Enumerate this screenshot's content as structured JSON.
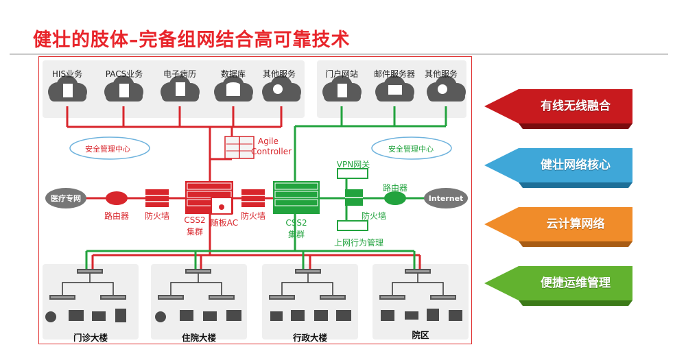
{
  "title": "健壮的肢体–完备组网结合高可靠技术",
  "services_left": [
    "HIS业务",
    "PACS业务",
    "电子病历",
    "数据库",
    "其他服务"
  ],
  "services_right": [
    "门户网站",
    "邮件服务器",
    "其他服务"
  ],
  "security_center_left": "安全管理中心",
  "security_center_right": "安全管理中心",
  "agile_controller": [
    "Agile",
    "Controller"
  ],
  "medical_net": "医疗专网",
  "internet": "Internet",
  "router_left": "路由器",
  "firewall_left": "防火墙",
  "css2_left": [
    "CSS2",
    "集群"
  ],
  "wireless_ac": "随板AC",
  "firewall_mid": "防火墙",
  "css2_right": [
    "CSS2",
    "集群"
  ],
  "vpn": "VPN网关",
  "router_right": "路由器",
  "firewall_right": "防火墙",
  "behavior_mgmt": "上网行为管理",
  "buildings": [
    "门诊大楼",
    "住院大楼",
    "行政大楼",
    "院区"
  ],
  "arrows": [
    {
      "label": "有线无线融合",
      "color": "#c81a1e"
    },
    {
      "label": "健壮网络核心",
      "color": "#3fa7d8"
    },
    {
      "label": "云计算网络",
      "color": "#f08c2a"
    },
    {
      "label": "便捷运维管理",
      "color": "#62b22f"
    }
  ],
  "colors": {
    "red": "#d8262c",
    "green": "#22a33e",
    "title": "#e8242a"
  }
}
